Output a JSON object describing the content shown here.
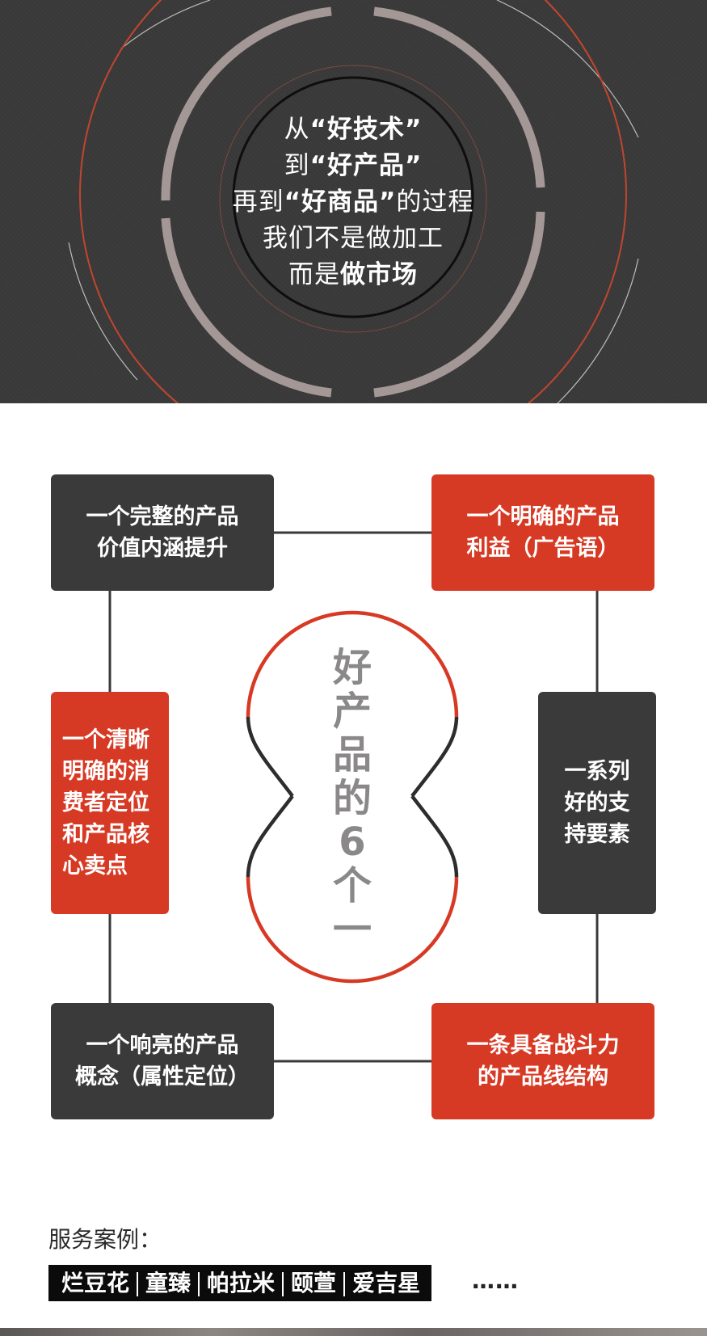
{
  "hero": {
    "lines": [
      {
        "pre": "从",
        "bold": "“好技术”",
        "post": ""
      },
      {
        "pre": "到",
        "bold": "“好产品”",
        "post": ""
      },
      {
        "pre": "再到",
        "bold": "“好商品”",
        "post": "的过程"
      },
      {
        "pre": "我们不是做加工",
        "bold": "",
        "post": ""
      },
      {
        "pre": "而是",
        "bold": "做市场",
        "post": ""
      }
    ]
  },
  "diagram": {
    "center_title": [
      "好",
      "产",
      "品",
      "的",
      "6",
      "个",
      "一"
    ],
    "cards": {
      "top_left": [
        "一个完整的产品",
        "价值内涵提升"
      ],
      "top_right": [
        "一个明确的产品",
        "利益（广告语）"
      ],
      "mid_left": [
        "一个清晰",
        "明确的消",
        "费者定位",
        "和产品核",
        "心卖点"
      ],
      "mid_right": [
        "一系列",
        "好的支",
        "持要素"
      ],
      "bottom_left": [
        "一个响亮的产品",
        "概念（属性定位）"
      ],
      "bottom_right": [
        "一条具备战斗力",
        "的产品线结构"
      ]
    }
  },
  "cases": {
    "label": "服务案例：",
    "items": [
      "烂豆花",
      "童臻",
      "帕拉米",
      "颐萱",
      "爱吉星"
    ],
    "more": "……"
  },
  "colors": {
    "accent_red": "#d73a24",
    "dark_card": "#3b3a3a",
    "hero_bg": "#3a3939"
  }
}
